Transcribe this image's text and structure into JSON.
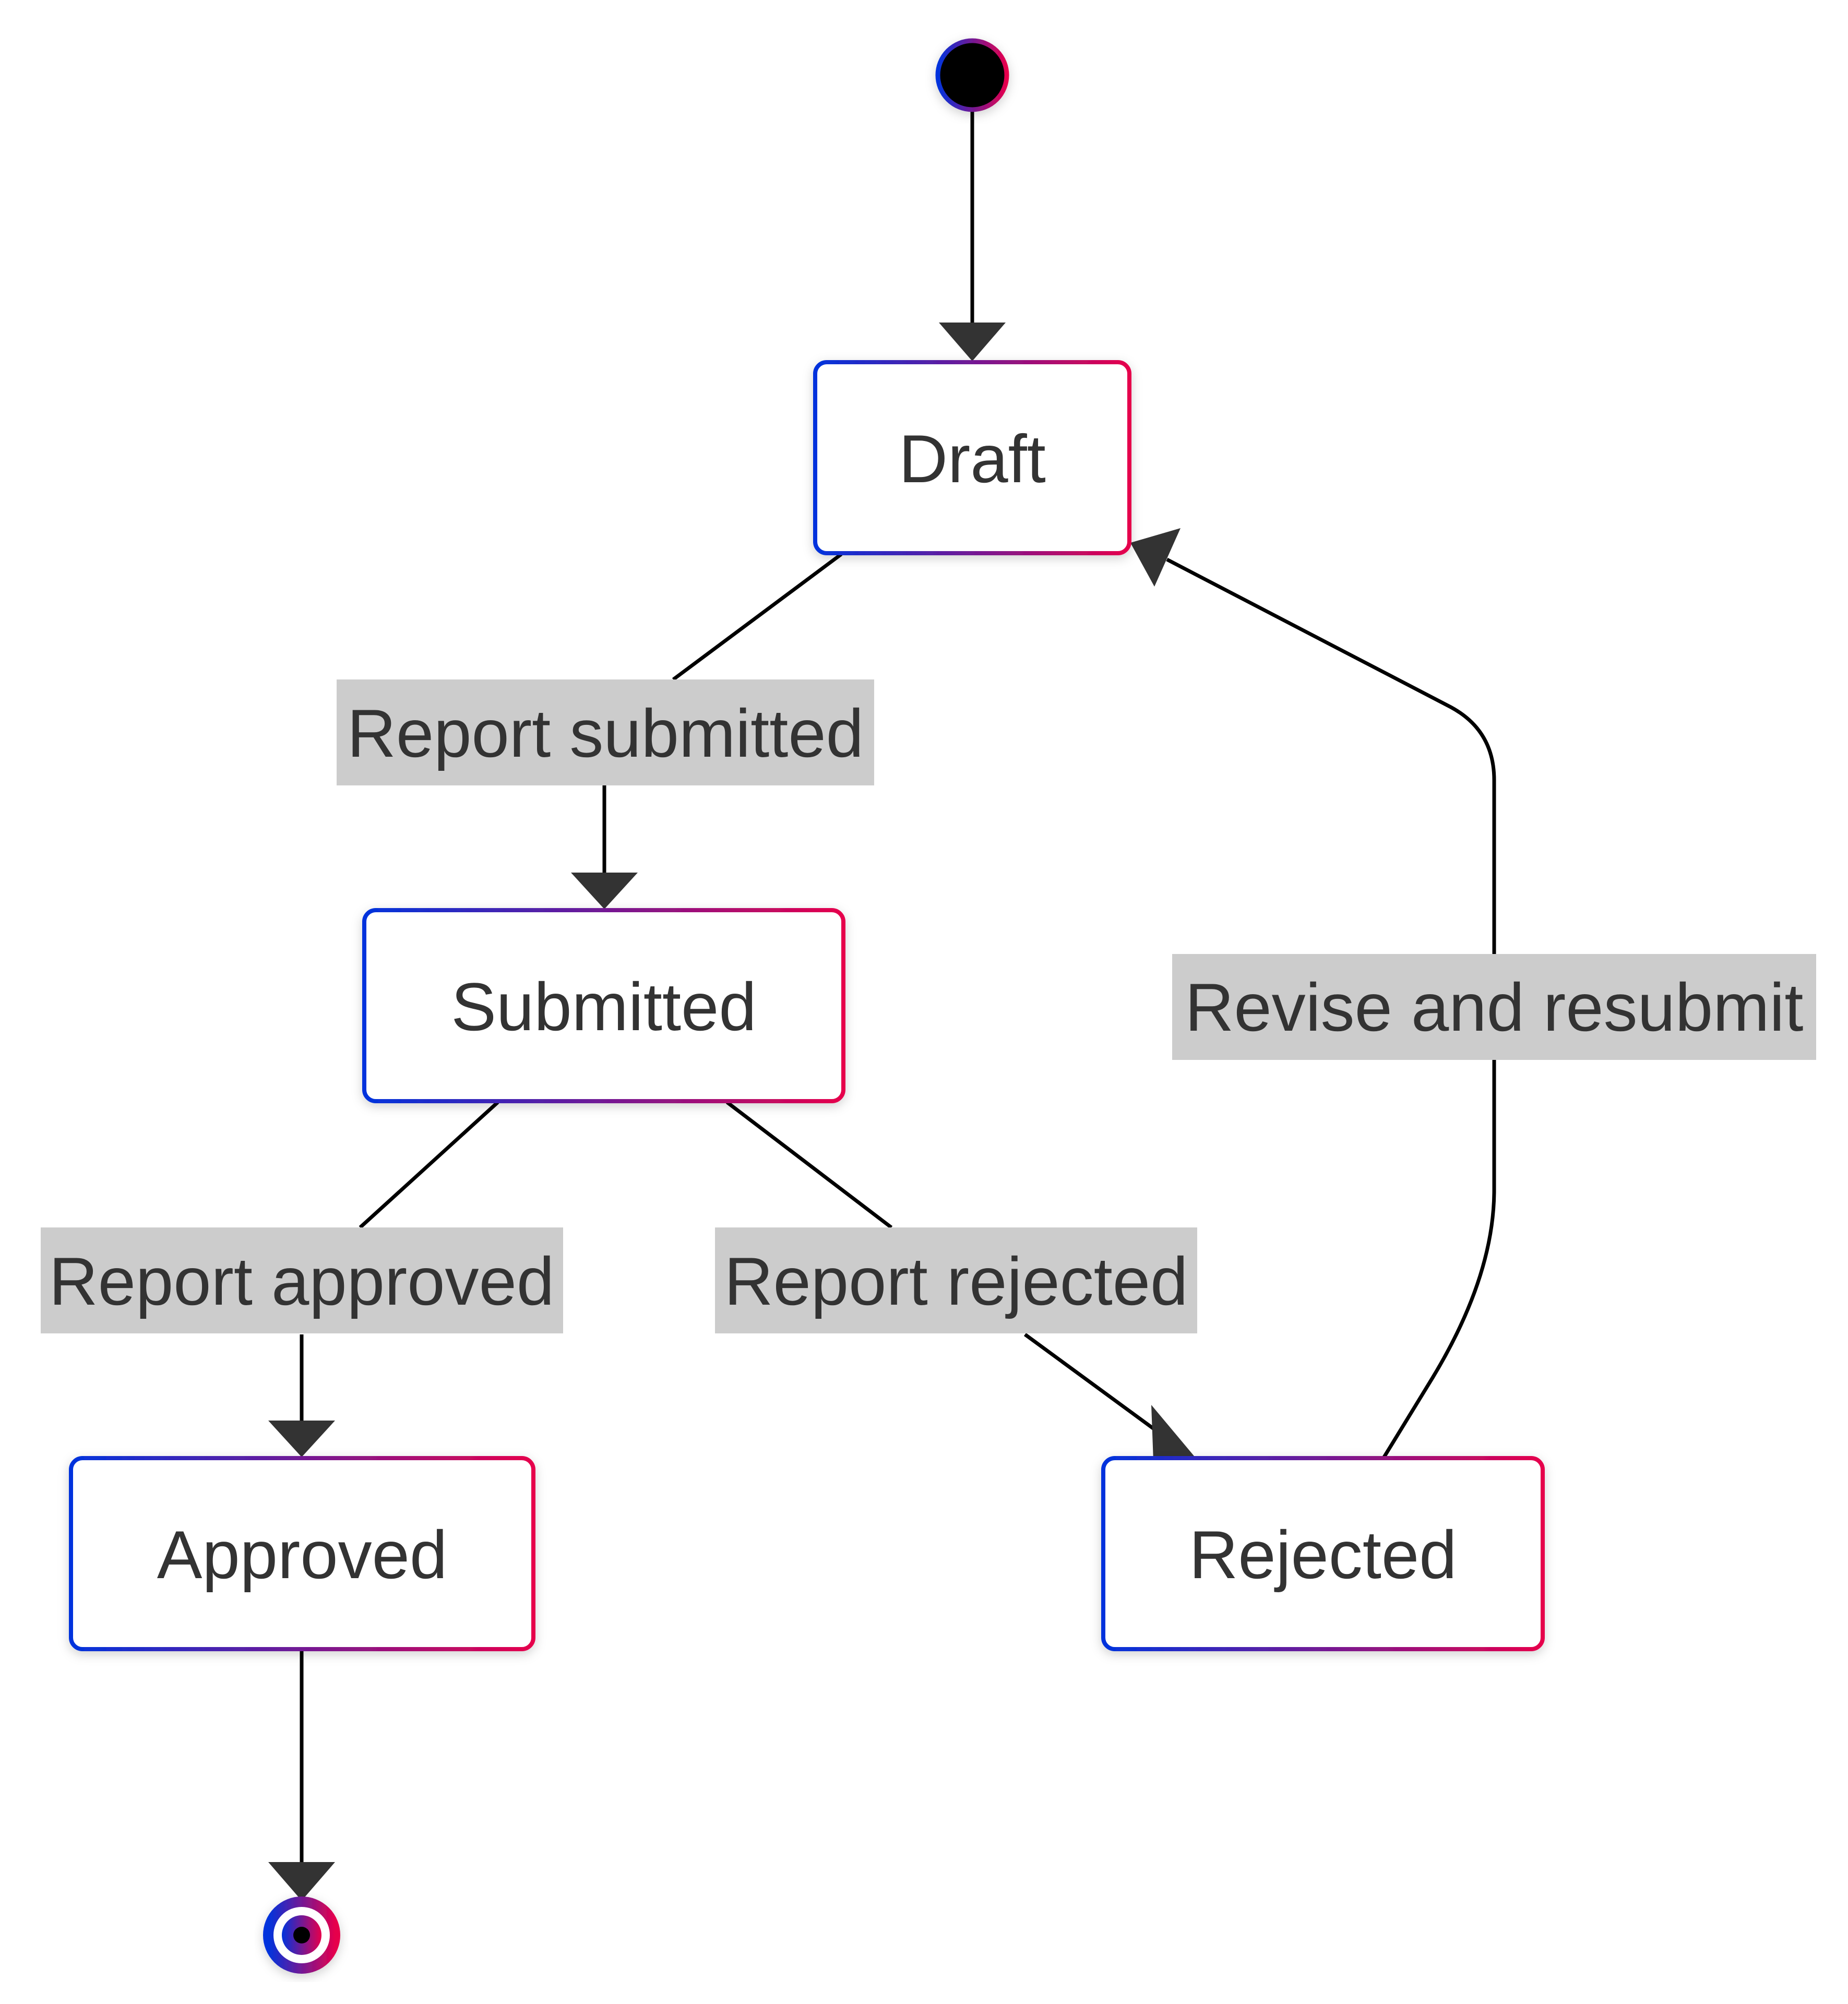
{
  "diagram": {
    "type": "state-diagram",
    "states": {
      "draft": "Draft",
      "submitted": "Submitted",
      "approved": "Approved",
      "rejected": "Rejected"
    },
    "transitions": {
      "report_submitted": "Report submitted",
      "report_approved": "Report approved",
      "report_rejected": "Report rejected",
      "revise_and_resubmit": "Revise and resubmit"
    },
    "colors": {
      "gradient_start": "#0033dd",
      "gradient_end": "#e6004c",
      "edge": "#000000",
      "arrowhead": "#333333",
      "label_background": "#cccccc",
      "text": "#333333",
      "node_fill": "#ffffff"
    }
  }
}
